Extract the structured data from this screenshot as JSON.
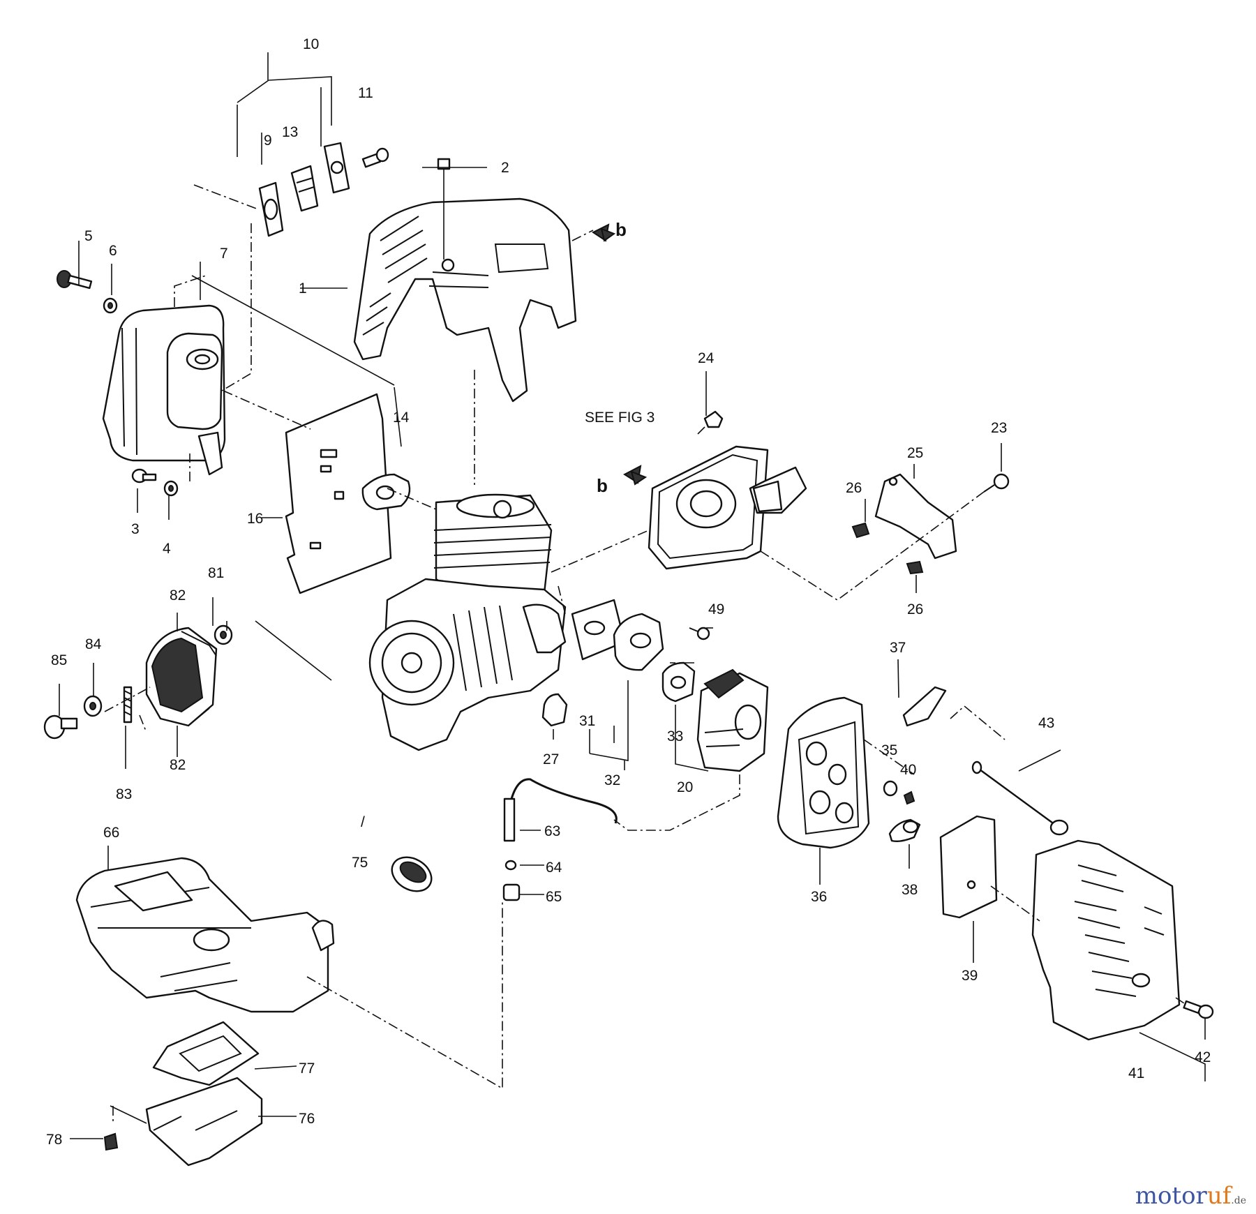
{
  "labels": {
    "p1": "1",
    "p2": "2",
    "p3": "3",
    "p4": "4",
    "p5": "5",
    "p6": "6",
    "p7": "7",
    "p9": "9",
    "p10": "10",
    "p11": "11",
    "p13": "13",
    "p14": "14",
    "p16": "16",
    "p20": "20",
    "p23": "23",
    "p24": "24",
    "p25": "25",
    "p26a": "26",
    "p26b": "26",
    "p27": "27",
    "p31": "31",
    "p32": "32",
    "p33": "33",
    "p35": "35",
    "p36": "36",
    "p37": "37",
    "p38": "38",
    "p39": "39",
    "p40": "40",
    "p41": "41",
    "p42": "42",
    "p43": "43",
    "p49": "49",
    "p63": "63",
    "p64": "64",
    "p65": "65",
    "p66": "66",
    "p75": "75",
    "p76": "76",
    "p77": "77",
    "p78": "78",
    "p81": "81",
    "p82a": "82",
    "p82b": "82",
    "p83": "83",
    "p84": "84",
    "p85": "85",
    "seefig": "SEE FIG 3",
    "b1": "b",
    "b2": "b",
    "tick": "/"
  },
  "watermark": {
    "main": "motor",
    "accent": "uf",
    "suffix": ".de"
  }
}
